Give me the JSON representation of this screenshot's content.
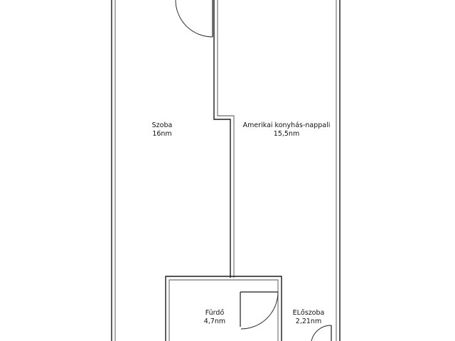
{
  "rooms": [
    {
      "id": "szoba",
      "name": "Szoba",
      "area": "16nm"
    },
    {
      "id": "amerikai",
      "name": "Amerikai konyhás-nappali",
      "area": "15,5nm"
    },
    {
      "id": "furdo",
      "name": "Fürdő",
      "area": "4,7nm"
    },
    {
      "id": "eloszoba",
      "name": "ELőszoba",
      "area": "2,21nm"
    }
  ]
}
